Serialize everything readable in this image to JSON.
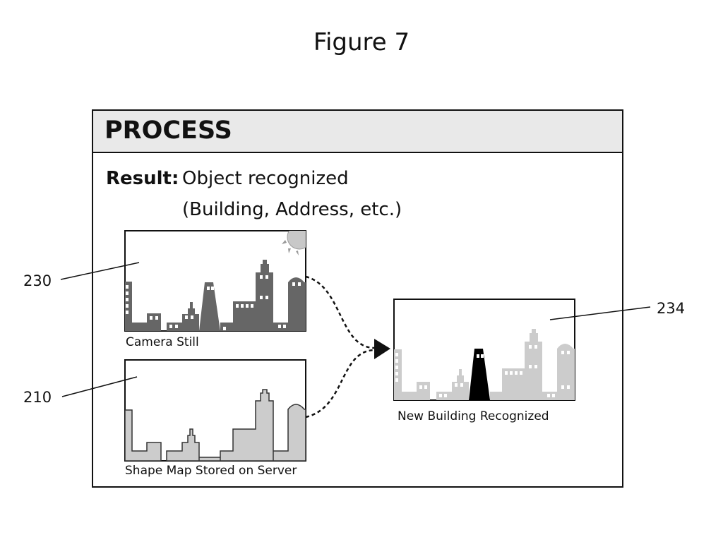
{
  "figure_title": "Figure 7",
  "process": {
    "header": "PROCESS",
    "result_label": "Result:",
    "result_line1": "Object recognized",
    "result_line2": "(Building, Address, etc.)"
  },
  "panels": {
    "camera_still": {
      "caption": "Camera Still",
      "ref": "230"
    },
    "shape_map": {
      "caption": "Shape Map Stored on Server",
      "ref": "210"
    },
    "new_building": {
      "caption": "New Building Recognized",
      "ref": "234"
    }
  },
  "colors": {
    "frame_border": "#111111",
    "header_fill": "#e9e9e9",
    "camera_buildings": "#666666",
    "shape_map_fill": "#cccccc",
    "recognized_building": "#000000",
    "sun": "#c8c8c8"
  }
}
